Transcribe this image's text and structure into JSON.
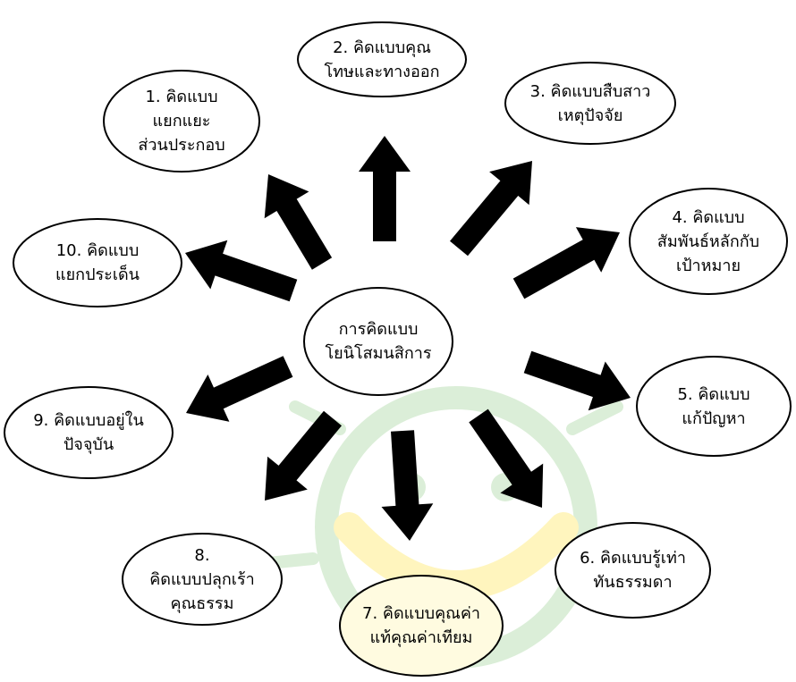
{
  "center": {
    "label": "การคิดแบบ\nโยนิโสมนสิการ"
  },
  "nodes": [
    {
      "label": "1. คิดแบบ\nแยกแยะ\nส่วนประกอบ"
    },
    {
      "label": "2. คิดแบบคุณ\nโทษและทางออก"
    },
    {
      "label": "3. คิดแบบสืบสาว\nเหตุปัจจัย"
    },
    {
      "label": "4. คิดแบบ\nสัมพันธ์หลักกับ\nเป้าหมาย"
    },
    {
      "label": "5.  คิดแบบ\nแก้ปัญหา"
    },
    {
      "label": "6. คิดแบบรู้เท่า\nทันธรรมดา"
    },
    {
      "label": "7. คิดแบบคุณค่า\nแท้คุณค่าเทียม"
    },
    {
      "label": "8.\nคิดแบบปลุกเร้า\nคุณธรรม"
    },
    {
      "label": "9. คิดแบบอยู่ใน\nปัจจุบัน"
    },
    {
      "label": "10. คิดแบบ\nแยกประเด็น"
    }
  ],
  "colors": {
    "ink": "#000000",
    "watermark_green": "#cfe8cc",
    "watermark_yellow": "#fff7c2",
    "highlight": "#fffbe0"
  },
  "watermark": {
    "icon": "smiley-watermark-icon"
  }
}
